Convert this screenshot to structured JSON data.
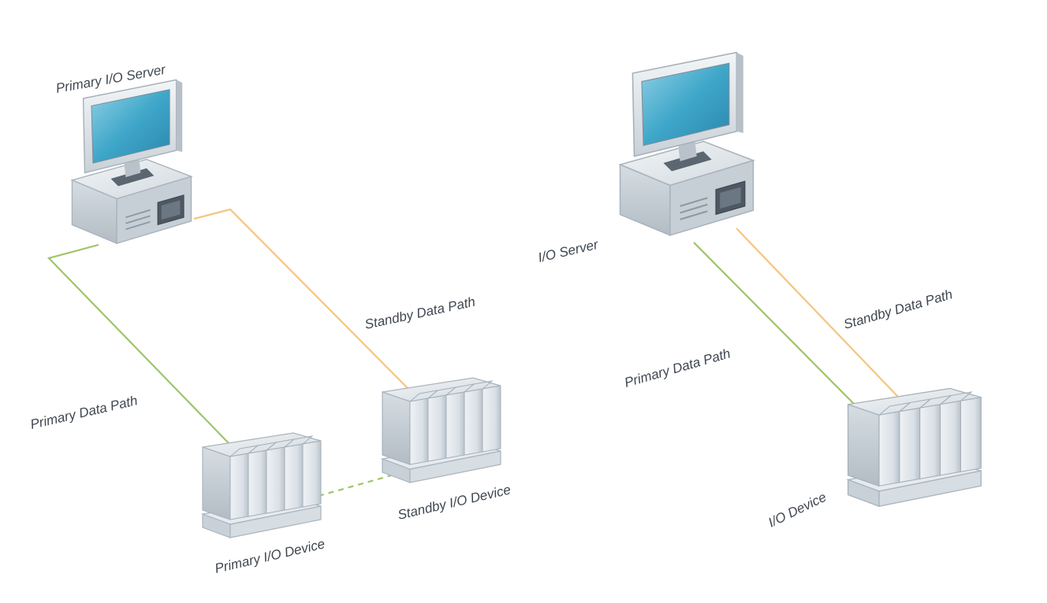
{
  "colors": {
    "primary_path": "#9fc46a",
    "standby_path": "#f7c47e",
    "label_text": "#3f4650",
    "screen": "#3fa7c9",
    "device_body": "#dde3e8"
  },
  "icons": {
    "server": "desktop-computer-icon",
    "device": "io-rack-icon"
  },
  "left_scheme": {
    "server_label": "Primary I/O Server",
    "primary_path_label": "Primary Data Path",
    "standby_path_label": "Standby Data Path",
    "primary_device_label": "Primary I/O Device",
    "standby_device_label": "Standby I/O Device"
  },
  "right_scheme": {
    "server_label": "I/O Server",
    "primary_path_label": "Primary Data Path",
    "standby_path_label": "Standby Data Path",
    "device_label": "I/O Device"
  }
}
